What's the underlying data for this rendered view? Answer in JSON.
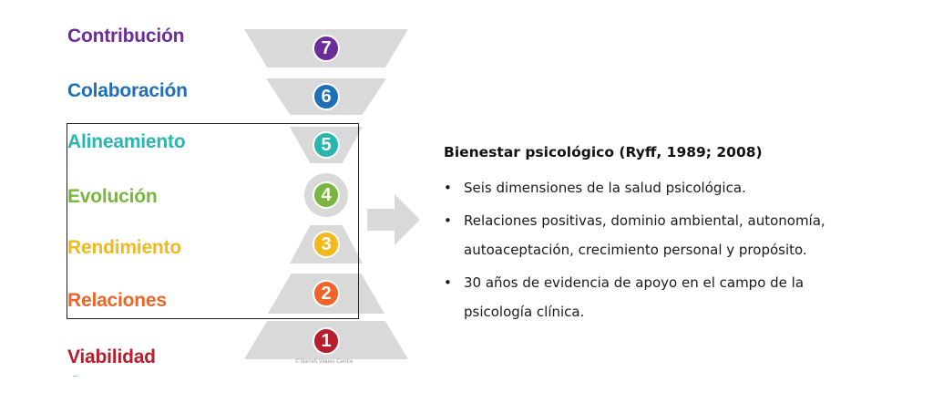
{
  "levels": [
    {
      "number": "7",
      "label": "Contribución",
      "color": "#6a2d9a"
    },
    {
      "number": "6",
      "label": "Colaboración",
      "color": "#1f6fb8"
    },
    {
      "number": "5",
      "label": "Alineamiento",
      "color": "#2ab5b0"
    },
    {
      "number": "4",
      "label": "Evolución",
      "color": "#7ab63f"
    },
    {
      "number": "3",
      "label": "Rendimiento",
      "color": "#f2b81e"
    },
    {
      "number": "2",
      "label": "Relaciones",
      "color": "#f06527"
    },
    {
      "number": "1",
      "label": "Viabilidad",
      "color": "#b81e2d"
    }
  ],
  "copyright": "© Barrett Values Centre",
  "panel": {
    "title": "Bienestar psicológico (Ryff, 1989; 2008)",
    "bullets": [
      "Seis dimensiones de la salud psicológica.",
      "Relaciones positivas, dominio ambiental, autonomía, autoaceptación, crecimiento personal y propósito.",
      "30 años de evidencia de apoyo en el campo de la psicología clínica."
    ]
  },
  "shape_color": "#d9d9d9",
  "arrow_color": "#d9d9d9"
}
